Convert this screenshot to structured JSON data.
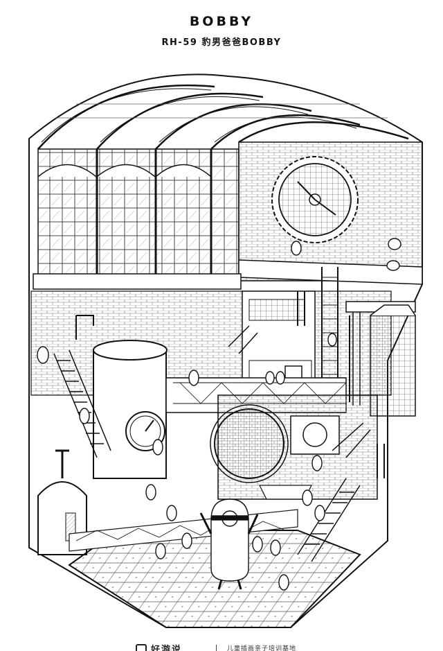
{
  "header": {
    "title": "BOBBY",
    "subtitle": "RH-59 豹男爸爸BOBBY"
  },
  "footer": {
    "brand_icon": "brand-logo-icon",
    "brand": "好游说",
    "tagline": "儿童插画亲子培训基地"
  },
  "colors": {
    "ink": "#111111",
    "paper": "#ffffff"
  }
}
